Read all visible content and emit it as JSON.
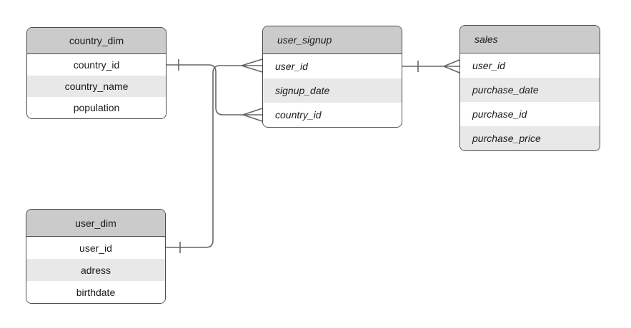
{
  "diagram": {
    "kind": "entity-relationship-diagram",
    "background_color": "#ffffff",
    "colors": {
      "header_fill": "#cbcbcb",
      "row_fill": "#ffffff",
      "row_alt_fill": "#e8e8e8",
      "shape_border": "#4a4a4a",
      "connector": "#666666",
      "text": "#1a1a1a"
    },
    "entities": [
      {
        "name": "country_dim",
        "text_style": "normal",
        "fields": [
          "country_id",
          "country_name",
          "population"
        ]
      },
      {
        "name": "user_signup",
        "text_style": "italic",
        "fields": [
          "user_id",
          "signup_date",
          "country_id"
        ]
      },
      {
        "name": "sales",
        "text_style": "italic",
        "fields": [
          "user_id",
          "purchase_date",
          "purchase_id",
          "purchase_price"
        ]
      },
      {
        "name": "user_dim",
        "text_style": "normal",
        "fields": [
          "user_id",
          "adress",
          "birthdate"
        ]
      }
    ],
    "relationships": [
      {
        "from": "country_dim.country_id",
        "to": "user_signup.country_id",
        "from_cardinality": "one",
        "to_cardinality": "many",
        "notation": "crow-foot"
      },
      {
        "from": "user_dim.user_id",
        "to": "user_signup.user_id",
        "from_cardinality": "one",
        "to_cardinality": "many",
        "notation": "crow-foot"
      },
      {
        "from": "user_signup.user_id",
        "to": "sales.user_id",
        "from_cardinality": "one",
        "to_cardinality": "many",
        "notation": "crow-foot"
      }
    ]
  }
}
